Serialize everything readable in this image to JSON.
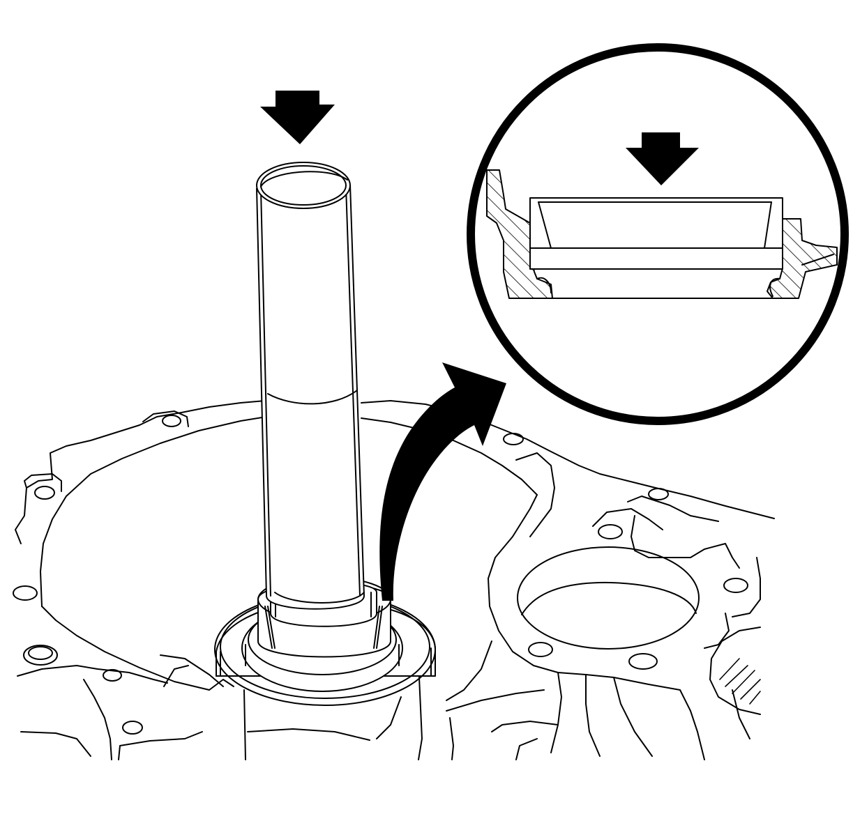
{
  "figure": {
    "type": "line-art service illustration",
    "colors": {
      "ink": "#000000",
      "background": "#ffffff"
    },
    "parts": [
      "transmission-case",
      "seal-installer-tool",
      "seal",
      "press-direction-arrow",
      "detail-callout-arrow",
      "detail-magnified-view"
    ]
  }
}
